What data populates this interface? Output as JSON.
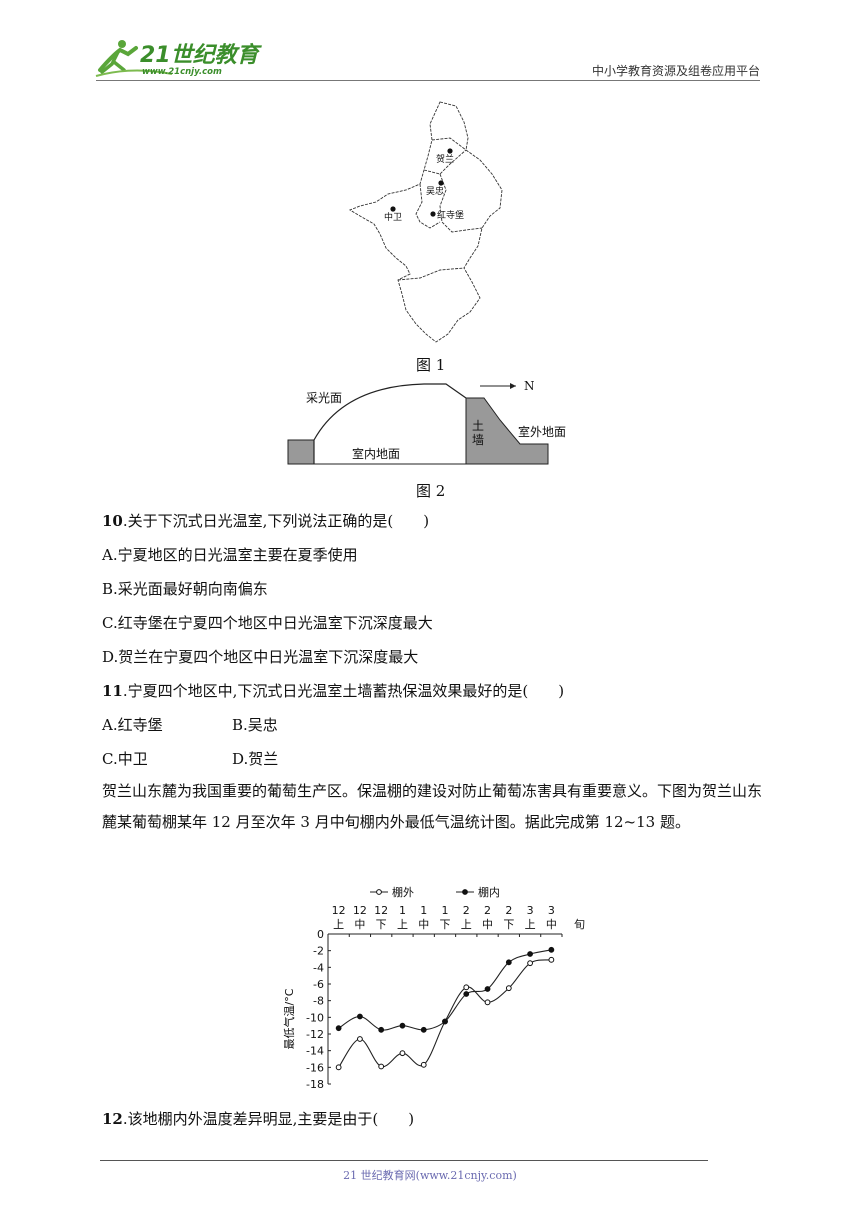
{
  "header": {
    "logo_text": "21世纪教育",
    "logo_url_text": "www.21cnjy.com",
    "platform": "中小学教育资源及组卷应用平台"
  },
  "figure1": {
    "caption": "图 1",
    "places": [
      "贺兰",
      "吴忠",
      "中卫",
      "红寺堡"
    ]
  },
  "figure2": {
    "caption": "图 2",
    "labels": {
      "light_surface": "采光面",
      "north": "N",
      "earth_wall_1": "土",
      "earth_wall_2": "墙",
      "outdoor": "室外地面",
      "indoor": "室内地面"
    }
  },
  "questions": {
    "q10": {
      "num": "10",
      "stem": ".关于下沉式日光温室,下列说法正确的是(　　)",
      "a": "A.宁夏地区的日光温室主要在夏季使用",
      "b": "B.采光面最好朝向南偏东",
      "c": "C.红寺堡在宁夏四个地区中日光温室下沉深度最大",
      "d": "D.贺兰在宁夏四个地区中日光温室下沉深度最大"
    },
    "q11": {
      "num": "11",
      "stem": ".宁夏四个地区中,下沉式日光温室土墙蓄热保温效果最好的是(　　)",
      "a": "A.红寺堡",
      "b": "B.吴忠",
      "c": "C.中卫",
      "d": "D.贺兰"
    },
    "intro": "贺兰山东麓为我国重要的葡萄生产区。保温棚的建设对防止葡萄冻害具有重要意义。下图为贺兰山东麓某葡萄棚某年 12 月至次年 3 月中旬棚内外最低气温统计图。据此完成第 12~13 题。",
    "q12": {
      "num": "12",
      "stem": ".该地棚内外温度差异明显,主要是由于(　　)"
    }
  },
  "chart_data": {
    "type": "line",
    "categories": [
      [
        "12",
        "上"
      ],
      [
        "12",
        "中"
      ],
      [
        "12",
        "下"
      ],
      [
        "1",
        "上"
      ],
      [
        "1",
        "中"
      ],
      [
        "1",
        "下"
      ],
      [
        "2",
        "上"
      ],
      [
        "2",
        "中"
      ],
      [
        "2",
        "下"
      ],
      [
        "3",
        "上"
      ],
      [
        "3",
        "中"
      ]
    ],
    "x_unit": "旬",
    "ylabel": "最低气温/°C",
    "ylim": [
      -18,
      0
    ],
    "yticks": [
      "0",
      "-2",
      "-4",
      "-6",
      "-8",
      "-10",
      "-12",
      "-14",
      "-16",
      "-18"
    ],
    "legend_position": "top",
    "series": [
      {
        "name": "棚外",
        "marker": "open-circle",
        "values": [
          -16,
          -12.6,
          -15.9,
          -14.3,
          -15.7,
          -10.5,
          -6.4,
          -8.2,
          -6.5,
          -3.5,
          -3.1
        ]
      },
      {
        "name": "棚内",
        "marker": "filled-circle",
        "values": [
          -11.3,
          -9.9,
          -11.5,
          -11.0,
          -11.5,
          -10.5,
          -7.2,
          -6.6,
          -3.4,
          -2.4,
          -1.9
        ]
      }
    ]
  },
  "footer": {
    "text": "21 世纪教育网(www.21cnjy.com)"
  }
}
